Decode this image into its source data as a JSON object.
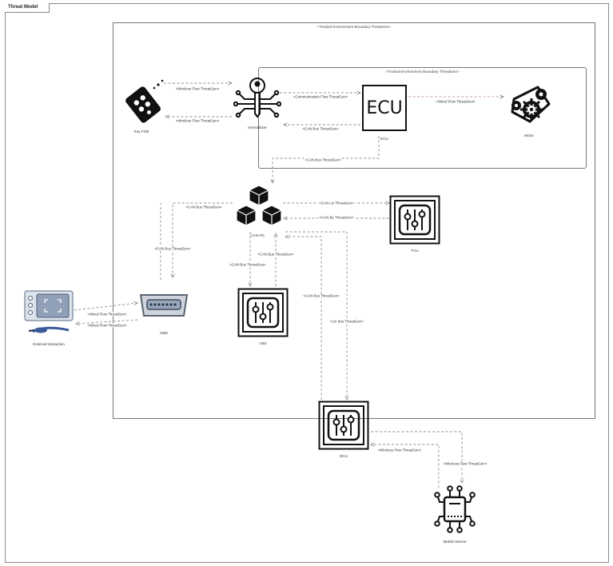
{
  "frame": {
    "title": "Threat Model"
  },
  "boundaries": {
    "outer": "<Trusted Environment Boundary ThreatGen>",
    "inner": "<Trusted Environment Boundary ThreatGen>"
  },
  "nodes": {
    "key_fob": "Key FOB",
    "immobilizer": "Immobilizer",
    "ecu_text": "ECU",
    "ecu": "ECU",
    "motor": "Motor",
    "canfd": "CAN-FD",
    "tcu": "TCU",
    "obd": "OBD",
    "abs": "ABS",
    "external": "External Interaction",
    "dcu": "DCU",
    "mobile": "Mobile Device"
  },
  "flows": {
    "fob_to_immo": "<Wireless Flow ThreatGen>",
    "immo_to_fob": "<Wireless Flow ThreatGen>",
    "immo_to_ecu": "<Communication Flow ThreatGen>",
    "ecu_to_motor": "<Wired Flow ThreatGen>",
    "ecu_to_immo": "<CAN Bus ThreatGen>",
    "ecu_to_canfd": "<CAN Bus ThreatGen>",
    "canfd_to_tcu": "<CAN Lin ThreatGen>",
    "tcu_to_canfd": "<CAN Be ThreatGen>",
    "canfd_to_obd": "<CAN Bus ThreatGen>",
    "canfd_to_abs": "<CAN Bus ThreatGen>",
    "abs_to_canfd": "<CAN Bus ThreatGen>",
    "ext_to_obd": "<Wired Flow ThreatGen>",
    "obd_to_ext": "<Wired Flow ThreatGen>",
    "dcu_to_canfd": "<CAN Bus ThreatGen>",
    "canfd_to_dcu": "<Lin Bus ThreatGen>",
    "mobile_to_dcu": "<Wireless Flow ThreatGen>",
    "dcu_to_mobile": "<Wireless Flow ThreatGen>"
  }
}
